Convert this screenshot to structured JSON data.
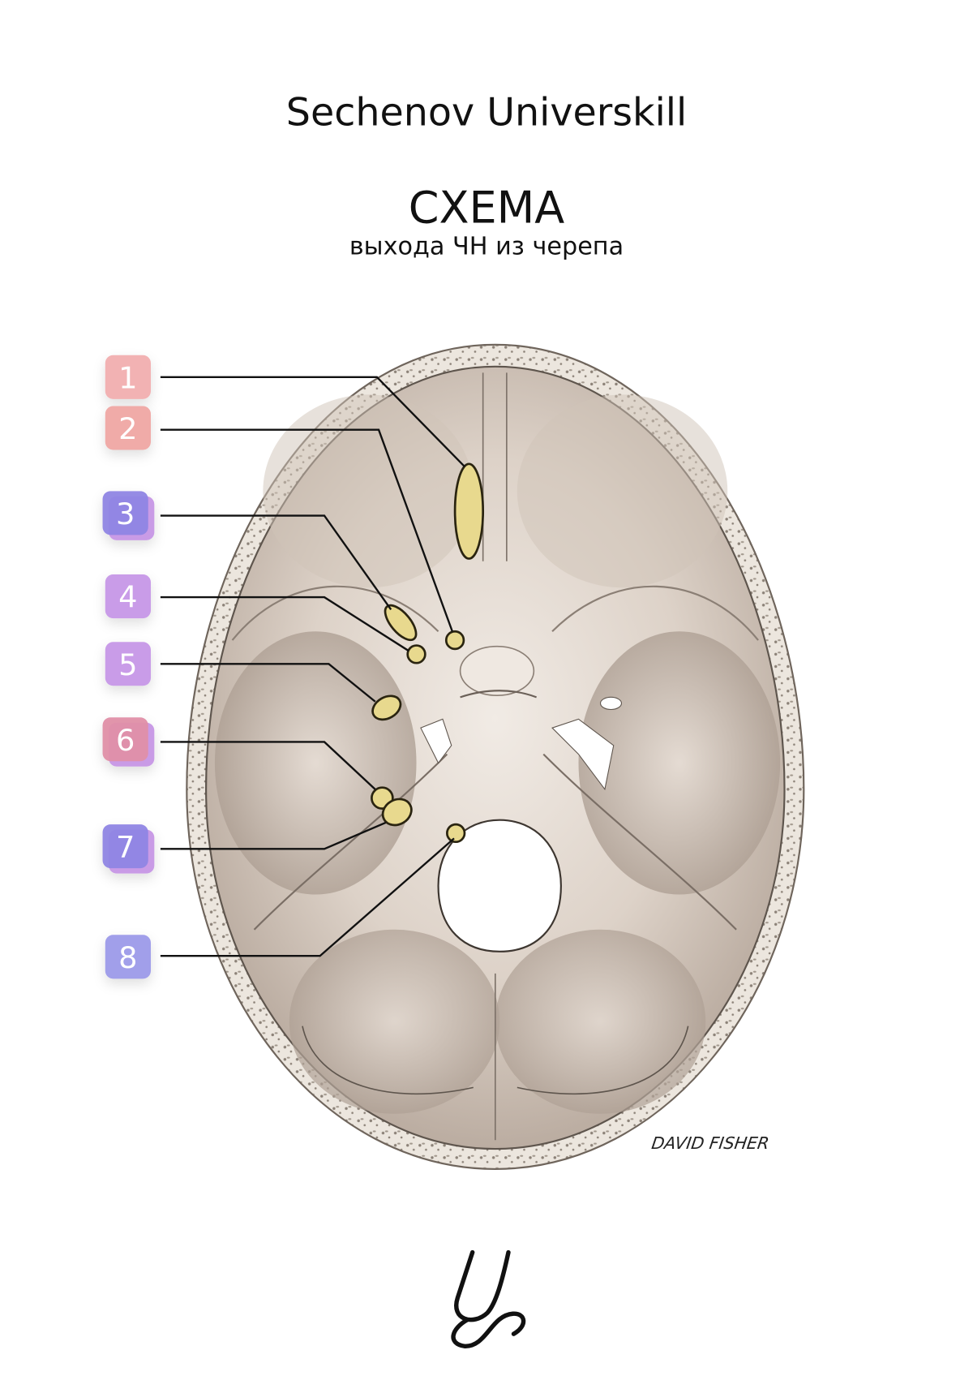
{
  "header": {
    "title": "Sechenov Universkill",
    "heading": "СХЕМА",
    "subheading": "выхода ЧН из черепа"
  },
  "diagram": {
    "labels": [
      {
        "number": "1",
        "color": "#f2b2b3",
        "shadow_color": null
      },
      {
        "number": "2",
        "color": "#f0aba8",
        "shadow_color": null
      },
      {
        "number": "3",
        "color": "#8f85e4",
        "shadow_color": "#c99be6"
      },
      {
        "number": "4",
        "color": "#c99ce8",
        "shadow_color": null
      },
      {
        "number": "5",
        "color": "#c99ce8",
        "shadow_color": null
      },
      {
        "number": "6",
        "color": "#e08fa8",
        "shadow_color": "#c99be6"
      },
      {
        "number": "7",
        "color": "#8f85e4",
        "shadow_color": "#c99be6"
      },
      {
        "number": "8",
        "color": "#a19fea",
        "shadow_color": null
      }
    ],
    "foramen_color": "#e8d98e",
    "bone_color": "#c9bdb2",
    "signature": "DAVID FISHER"
  },
  "footer": {
    "logo": "Us"
  }
}
